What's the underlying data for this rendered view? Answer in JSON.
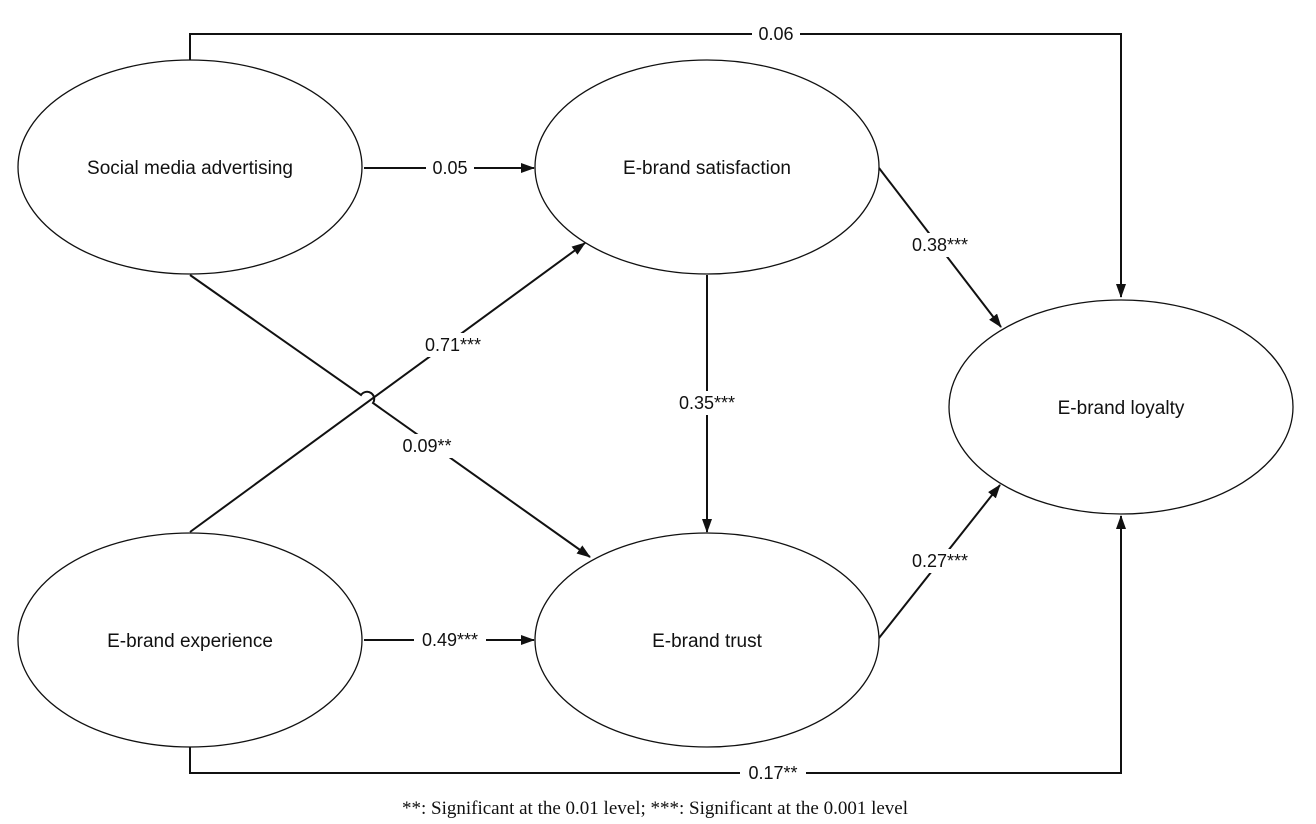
{
  "nodes": {
    "social_media_advertising": "Social media advertising",
    "e_brand_satisfaction": "E-brand satisfaction",
    "e_brand_experience": "E-brand experience",
    "e_brand_trust": "E-brand trust",
    "e_brand_loyalty": "E-brand loyalty"
  },
  "edges": {
    "sma_to_loyalty": "0.06",
    "sma_to_satisfaction": "0.05",
    "sma_to_trust": "0.09**",
    "experience_to_satisfaction": "0.71***",
    "experience_to_trust": "0.49***",
    "experience_to_loyalty": "0.17**",
    "satisfaction_to_trust": "0.35***",
    "satisfaction_to_loyalty": "0.38***",
    "trust_to_loyalty": "0.27***"
  },
  "footnote": "**: Significant at the 0.01 level; ***: Significant at the 0.001 level",
  "colors": {
    "stroke": "#111111",
    "background": "#ffffff"
  }
}
